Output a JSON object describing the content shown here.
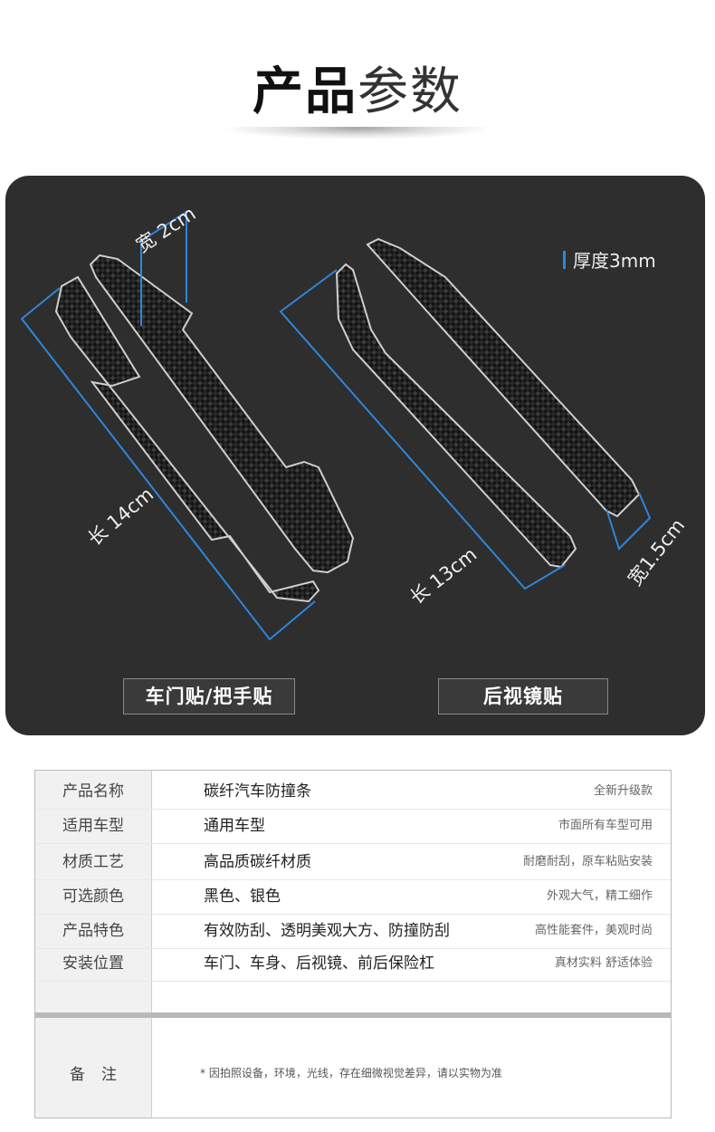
{
  "header": {
    "title_bold": "产品",
    "title_light": "参数"
  },
  "panel": {
    "thickness_label": "厚度3mm",
    "door_strip": {
      "width_label": "宽 2cm",
      "length_label": "长 14cm"
    },
    "mirror_strip": {
      "length_label": "长 13cm",
      "width_label": "宽1.5cm"
    },
    "categories": [
      "车门贴/把手贴",
      "后视镜贴"
    ],
    "accent_color": "#2f86d9"
  },
  "specs": {
    "rows": [
      {
        "label": "产品名称",
        "value": "碳纤汽车防撞条",
        "note": "全新升级款"
      },
      {
        "label": "适用车型",
        "value": "通用车型",
        "note": "市面所有车型可用"
      },
      {
        "label": "材质工艺",
        "value": "高品质碳纤材质",
        "note": "耐磨耐刮，原车粘贴安装"
      },
      {
        "label": "可选颜色",
        "value": "黑色、银色",
        "note": "外观大气，精工细作"
      },
      {
        "label": "产品特色",
        "value": "有效防刮、透明美观大方、防撞防刮",
        "note": "高性能套件，美观时尚"
      },
      {
        "label": "安装位置",
        "value": "车门、车身、后视镜、前后保险杠",
        "note": "真材实料 舒适体验"
      }
    ],
    "remark_label": "备注",
    "remark_text": "* 因拍照设备，环境，光线，存在细微视觉差异，请以实物为准"
  }
}
